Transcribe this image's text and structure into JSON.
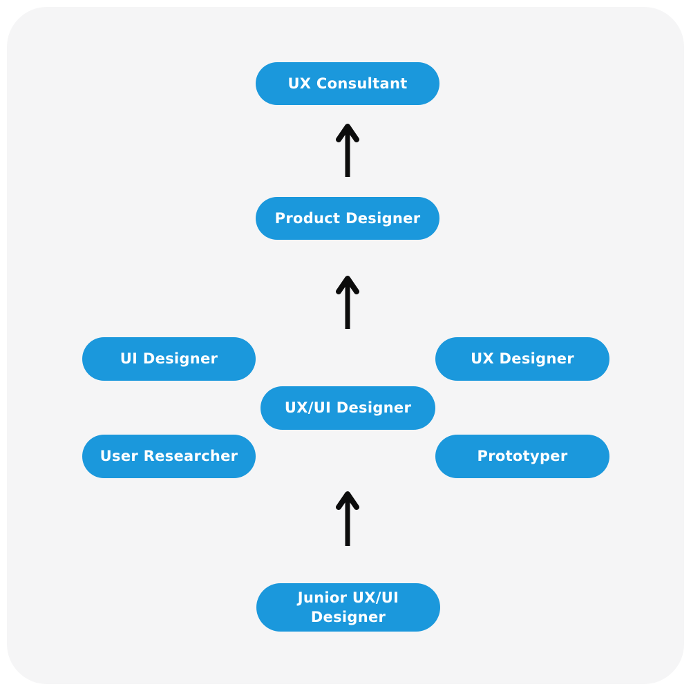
{
  "diagram": {
    "description": "UX career path flow diagram",
    "colors": {
      "pill_background": "#1b98dc",
      "pill_text": "#ffffff",
      "card_background": "#f5f5f6",
      "page_background": "#ffffff",
      "arrow": "#0c0c0c"
    },
    "nodes": {
      "ux_consultant": {
        "label": "UX Consultant"
      },
      "product_designer": {
        "label": "Product Designer"
      },
      "ui_designer": {
        "label": "UI Designer"
      },
      "ux_designer": {
        "label": "UX Designer"
      },
      "uxui_designer": {
        "label": "UX/UI Designer"
      },
      "user_researcher": {
        "label": "User Researcher"
      },
      "prototyper": {
        "label": "Prototyper"
      },
      "junior_uxui_designer": {
        "label": "Junior UX/UI Designer"
      }
    },
    "arrows": [
      {
        "from": "product_designer",
        "to": "ux_consultant",
        "direction": "up"
      },
      {
        "from": "uxui_designer",
        "to": "product_designer",
        "direction": "up"
      },
      {
        "from": "junior_uxui_designer",
        "to": "uxui_designer",
        "direction": "up"
      }
    ]
  }
}
